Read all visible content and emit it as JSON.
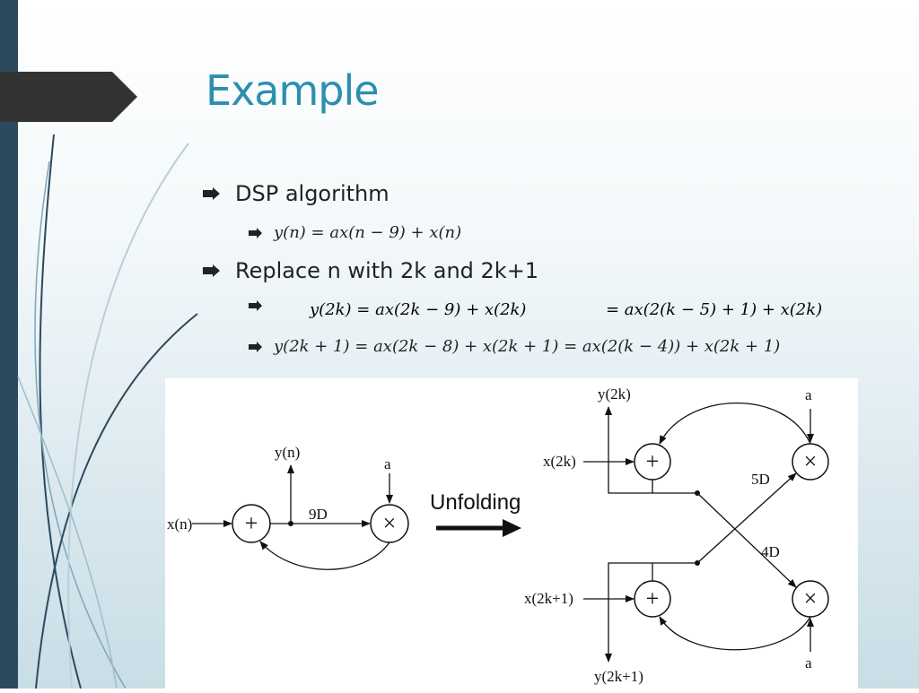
{
  "slide": {
    "title": "Example",
    "bullets": [
      {
        "text": "DSP algorithm"
      },
      {
        "text": "Replace n with 2k and 2k+1"
      }
    ],
    "equations": {
      "y_n": "y(n) = ax(n − 9) + x(n)",
      "y_2k_left": "y(2k) = ax(2k − 9) + x(2k)",
      "y_2k_right": "= ax(2(k − 5) + 1) + x(2k)",
      "y_2k1": "y(2k + 1) = ax(2k − 8) + x(2k + 1) = ax(2(k − 4)) + x(2k + 1)"
    }
  },
  "figure": {
    "left": {
      "input": "x(n)",
      "output": "y(n)",
      "coef": "a",
      "delay": "9D"
    },
    "arrow_label": "Unfolding",
    "right": {
      "input_top": "x(2k)",
      "input_bottom": "x(2k+1)",
      "output_top": "y(2k)",
      "output_bottom": "y(2k+1)",
      "coef_top": "a",
      "coef_bottom": "a",
      "delay_top": "5D",
      "delay_bottom": "4D"
    }
  },
  "colors": {
    "title": "#2b8fb0",
    "sidebar": "#2c4a5e",
    "tab": "#333333",
    "text": "#222222"
  }
}
